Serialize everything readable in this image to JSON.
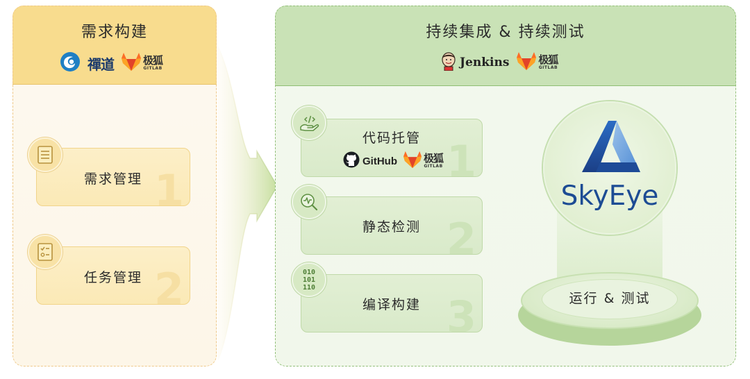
{
  "left_panel": {
    "title": "需求构建",
    "logos": {
      "chandao": "禪道",
      "gitlab_cn": "极狐",
      "gitlab_en": "GITLAB"
    },
    "cards": [
      {
        "label": "需求管理",
        "number": "1",
        "icon": "document-icon"
      },
      {
        "label": "任务管理",
        "number": "2",
        "icon": "checklist-icon"
      }
    ]
  },
  "right_panel": {
    "title": "持续集成 & 持续测试",
    "logos": {
      "jenkins": "Jenkins",
      "gitlab_cn": "极狐",
      "gitlab_en": "GITLAB"
    },
    "cards": [
      {
        "label": "代码托管",
        "number": "1",
        "icon": "code-hand-icon",
        "logos": {
          "github": "GitHub",
          "gitlab_cn": "极狐",
          "gitlab_en": "GITLAB"
        }
      },
      {
        "label": "静态检测",
        "number": "2",
        "icon": "magnifier-pulse-icon"
      },
      {
        "label": "编译构建",
        "number": "3",
        "icon": "binary-icon",
        "binary_lines": [
          "010",
          "101",
          "110"
        ]
      }
    ],
    "skyeye": {
      "name": "SkyEye",
      "platform_label": "运行 & 测试"
    }
  },
  "colors": {
    "left_header": "#f8dc8e",
    "right_header": "#c9e2b6",
    "skyeye_blue": "#1d4c94",
    "gitlab_orange": "#fc6d26"
  }
}
